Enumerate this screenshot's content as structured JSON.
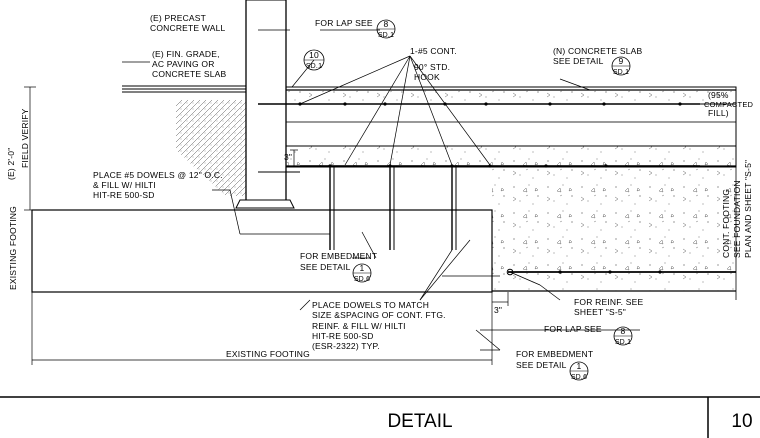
{
  "notes": {
    "precast_wall": [
      "(E) PRECAST",
      "CONCRETE WALL"
    ],
    "lap_top": "FOR LAP SEE",
    "lap_top_ref": {
      "num": "8",
      "sheet": "SD.1"
    },
    "cont_bar": [
      "1-#5 CONT.",
      "90° STD.",
      "HOOK"
    ],
    "conc_slab": [
      "(N) CONCRETE SLAB",
      "SEE DETAIL"
    ],
    "conc_slab_ref": {
      "num": "9",
      "sheet": "SD.1"
    },
    "fin_grade": [
      "(E) FIN. GRADE,",
      "AC PAVING OR",
      "CONCRETE SLAB"
    ],
    "wall_ref": {
      "num": "10",
      "sheet": "SD.1"
    },
    "compacted": [
      "(95%",
      "COMPACTED",
      "FILL)"
    ],
    "dim_depth": "(E) 2'-0\"",
    "field_verify": "FIELD VERIFY",
    "dim_3_upper": "3\"",
    "dowels": [
      "PLACE #5 DOWELS @ 12\" O.C.",
      "& FILL W/ HILTI",
      "HIT-RE 500-SD"
    ],
    "cont_footing": [
      "CONT. FOOTING",
      "SEE FOUNDATION",
      "PLAN AND SHEET \"S-5\""
    ],
    "existing_footing_side": "EXISTING FOOTING",
    "embed_upper": [
      "FOR EMBEDMENT",
      "SEE DETAIL"
    ],
    "embed_upper_ref": {
      "num": "1",
      "sheet": "SD.6"
    },
    "place_dowels": [
      "PLACE DOWELS TO MATCH",
      "SIZE &SPACING OF CONT. FTG.",
      "REINF. & FILL W/ HILTI",
      "HIT-RE 500-SD",
      "(ESR-2322) TYP."
    ],
    "reinf": [
      "FOR REINF. SEE",
      "SHEET \"S-5\""
    ],
    "dim_3_lower": "3\"",
    "lap_bottom": "FOR LAP SEE",
    "lap_bottom_ref": {
      "num": "8",
      "sheet": "SD.1"
    },
    "existing_footing_bottom": "EXISTING FOOTING",
    "embed_lower": [
      "FOR EMBEDMENT",
      "SEE DETAIL"
    ],
    "embed_lower_ref": {
      "num": "1",
      "sheet": "SD.6"
    }
  },
  "title_block": {
    "title": "DETAIL",
    "number": "10"
  }
}
